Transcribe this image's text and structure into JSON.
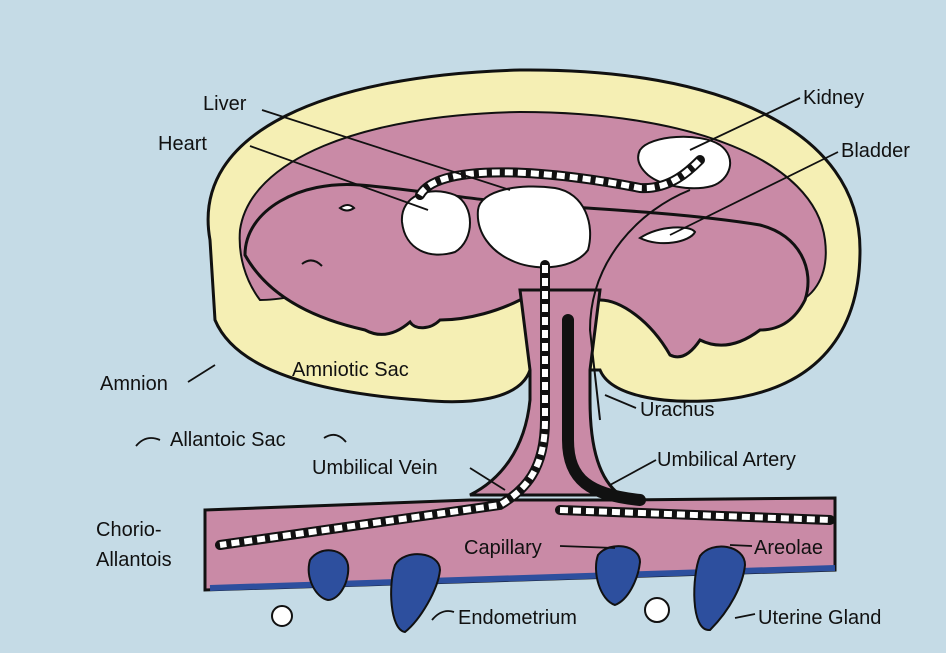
{
  "colors": {
    "background": "#c5dbe6",
    "amnion_fill": "#f5efb4",
    "tissue_fill": "#c98aa6",
    "organ_fill": "#ffffff",
    "gland_fill": "#2d4f9e",
    "outline": "#111111"
  },
  "labels": {
    "liver": "Liver",
    "heart": "Heart",
    "kidney": "Kidney",
    "bladder": "Bladder",
    "amnion": "Amnion",
    "amniotic_sac": "Amniotic Sac",
    "urachus": "Urachus",
    "allantoic_sac": "Allantoic Sac",
    "umbilical_vein": "Umbilical Vein",
    "umbilical_artery": "Umbilical Artery",
    "chorio_line1": "Chorio-",
    "chorio_line2": "Allantois",
    "capillary": "Capillary",
    "areolae": "Areolae",
    "endometrium": "Endometrium",
    "uterine_gland": "Uterine Gland"
  }
}
